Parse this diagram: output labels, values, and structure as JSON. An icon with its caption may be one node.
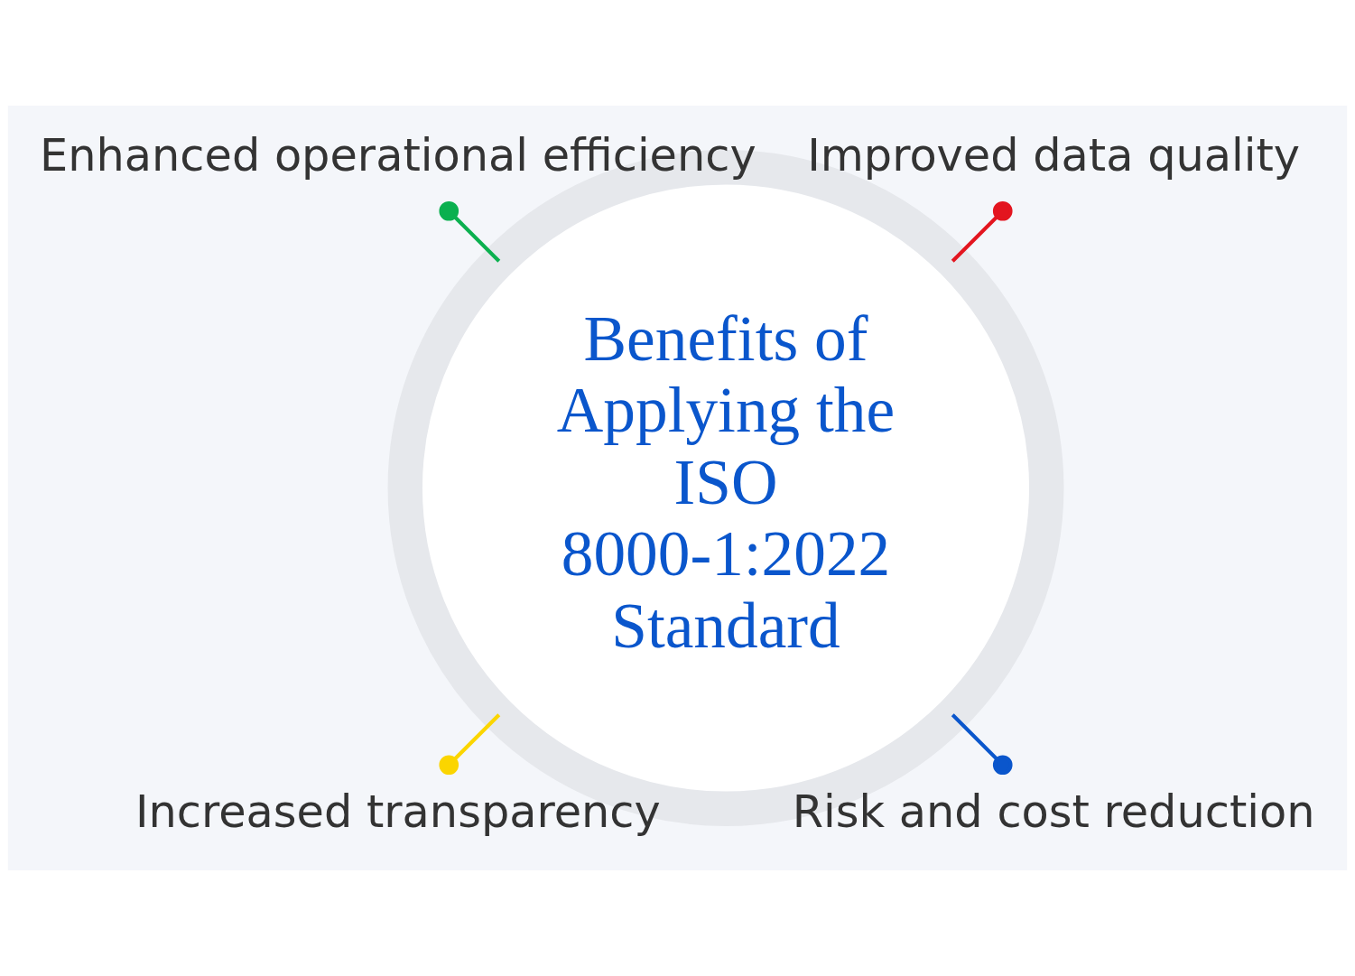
{
  "diagram": {
    "nodes": [
      {
        "text": [
          "Benefits of Applying the ISO 8000-1:2022 Standard"
        ]
      },
      {
        "text": [
          "Improved data quality"
        ]
      },
      {
        "text": [
          "Enhanced operational efficiency"
        ]
      },
      {
        "text": [
          "Increased transparency"
        ]
      },
      {
        "text": [
          "Risk and cost reduction"
        ]
      }
    ],
    "edges": [
      {
        "from": 0,
        "to": 1,
        "arrow": "other",
        "color": "#e3151f"
      },
      {
        "from": 0,
        "to": 2,
        "arrow": "other",
        "color": "#0bb04f"
      },
      {
        "from": 0,
        "to": 3,
        "arrow": "other",
        "color": "#fbd500"
      },
      {
        "from": 0,
        "to": 4,
        "arrow": "other",
        "color": "#0a56cc"
      }
    ]
  }
}
